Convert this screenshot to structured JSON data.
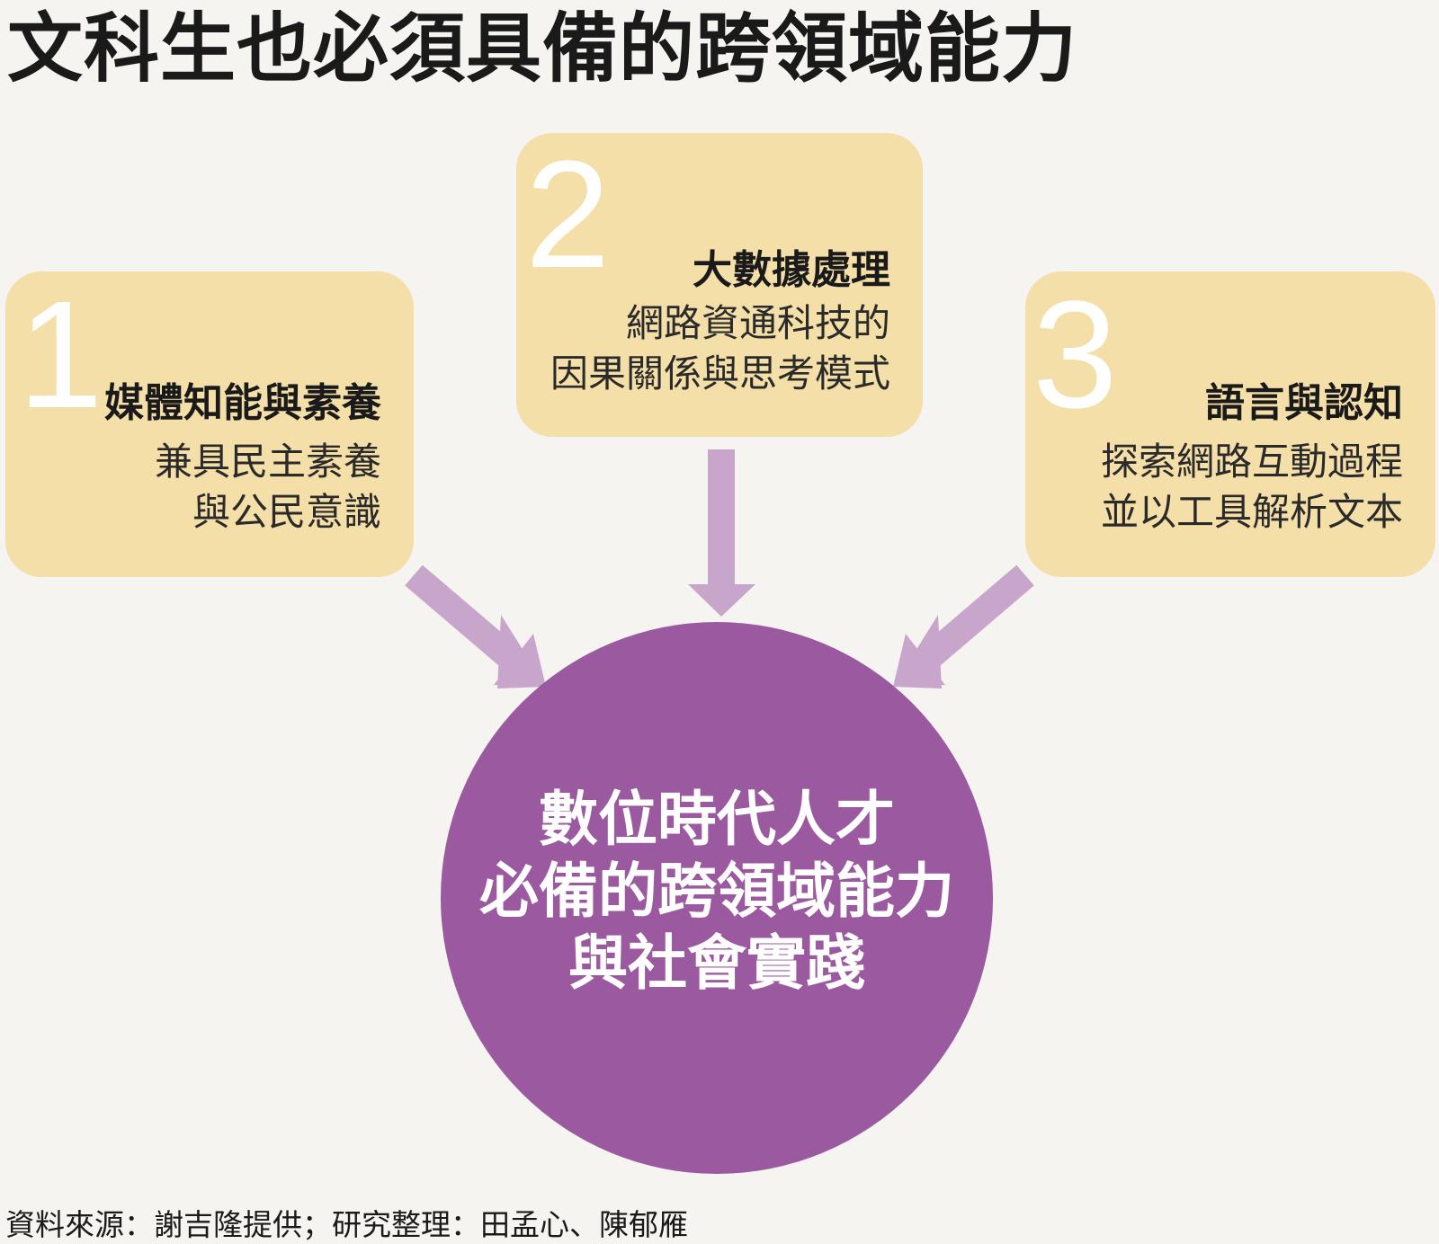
{
  "title": "文科生也必須具備的跨領域能力",
  "cards": [
    {
      "number": "1",
      "title": "媒體知能與素養",
      "desc": [
        "兼具民主素養",
        "與公民意識"
      ]
    },
    {
      "number": "2",
      "title": "大數據處理",
      "desc": [
        "網路資通科技的",
        "因果關係與思考模式"
      ]
    },
    {
      "number": "3",
      "title": "語言與認知",
      "desc": [
        "探索網路互動過程",
        "並以工具解析文本"
      ]
    }
  ],
  "center": {
    "lines": [
      "數位時代人才",
      "必備的跨領域能力",
      "與社會實踐"
    ]
  },
  "source": "資料來源：謝吉隆提供；研究整理：田孟心、陳郁雁",
  "colors": {
    "card": "#f5dfa8",
    "arrow": "#c8a6cc",
    "circle": "#9b5a9f",
    "background": "#f6f4f1"
  }
}
